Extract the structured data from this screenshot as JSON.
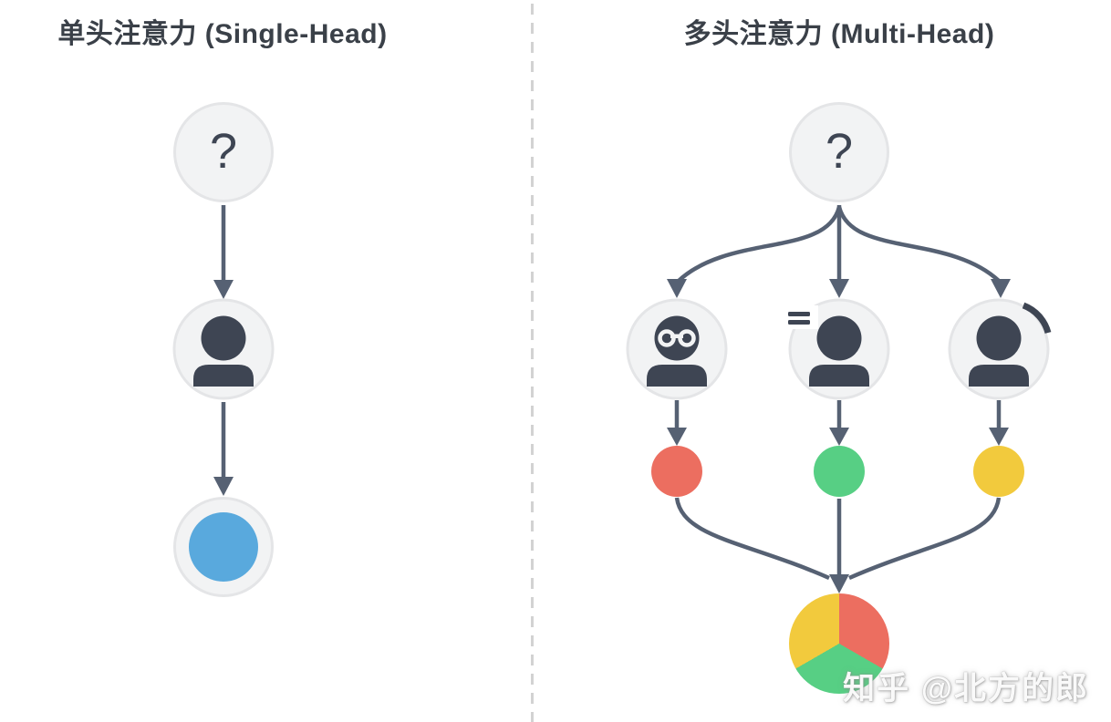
{
  "left_panel": {
    "title": "单头注意力 (Single-Head)",
    "query_node": {
      "symbol": "?"
    },
    "head_node": {
      "icon": "person-icon"
    },
    "output_node": {
      "color": "#59A9DD"
    }
  },
  "right_panel": {
    "title": "多头注意力 (Multi-Head)",
    "query_node": {
      "symbol": "?"
    },
    "head_nodes": [
      {
        "icon": "person-glasses-icon"
      },
      {
        "icon": "person-notes-icon"
      },
      {
        "icon": "person-arc-icon"
      }
    ],
    "output_nodes": [
      {
        "name": "head-1-output",
        "color": "#EC6E60"
      },
      {
        "name": "head-2-output",
        "color": "#57CF84"
      },
      {
        "name": "head-3-output",
        "color": "#F2CA3D"
      }
    ],
    "combined_node": {
      "type": "pie-equal-thirds",
      "colors": [
        "#EC6E60",
        "#57CF84",
        "#F2CA3D"
      ]
    }
  },
  "watermark": {
    "text": "知乎 @北方的郎"
  },
  "theme": {
    "background": "#FFFFFF",
    "node_fill": "#F2F3F4",
    "node_border": "#E4E5E7",
    "icon_color": "#3E4553",
    "arrow_color": "#566173",
    "title_color": "#3A4048",
    "divider_color": "#D2D2D2"
  }
}
